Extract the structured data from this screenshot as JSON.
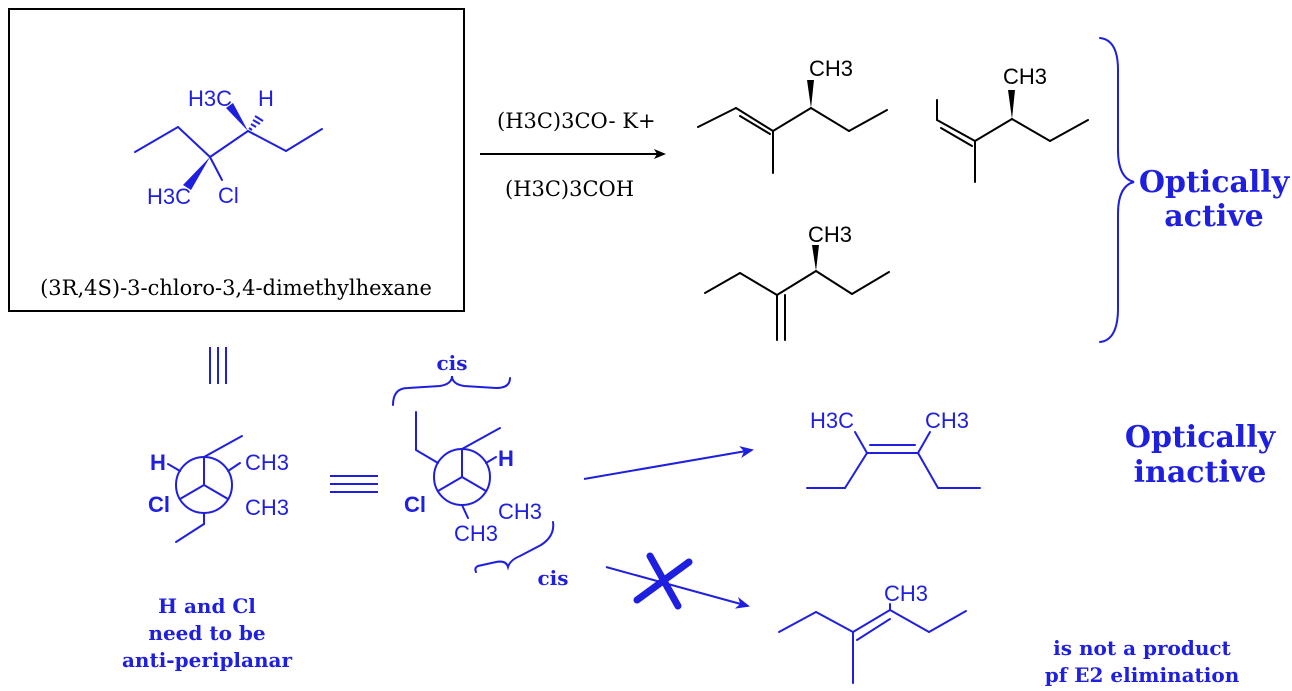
{
  "starting_material": {
    "name": "(3R,4S)-3-chloro-3,4-dimethylhexane",
    "labels": {
      "h3c_top": "H3C",
      "h_top": "H",
      "h3c_bottom": "H3C",
      "cl": "Cl"
    }
  },
  "reagents": {
    "base": "(H3C)3CO- K+",
    "solvent": "(H3C)3COH"
  },
  "products": {
    "ch3_label": "CH3",
    "active_caption_line1": "Optically",
    "active_caption_line2": "active",
    "inactive_caption_line1": "Optically",
    "inactive_caption_line2": "inactive",
    "inactive_labels": {
      "left": "H3C",
      "right": "CH3"
    },
    "non_product_label": "CH3",
    "non_product_caption_line1": "is not a product",
    "non_product_caption_line2": "pf E2 elimination"
  },
  "newman": {
    "left_labels": {
      "h": "H",
      "cl": "Cl",
      "ch3_a": "CH3",
      "ch3_b": "CH3"
    },
    "right_labels": {
      "h": "H",
      "cl": "Cl",
      "ch3_a": "CH3",
      "ch3_b": "CH3"
    },
    "cis_top": "cis",
    "cis_bottom": "cis",
    "note_line1": "H and Cl",
    "note_line2": "need to be",
    "note_line3": "anti-periplanar"
  }
}
